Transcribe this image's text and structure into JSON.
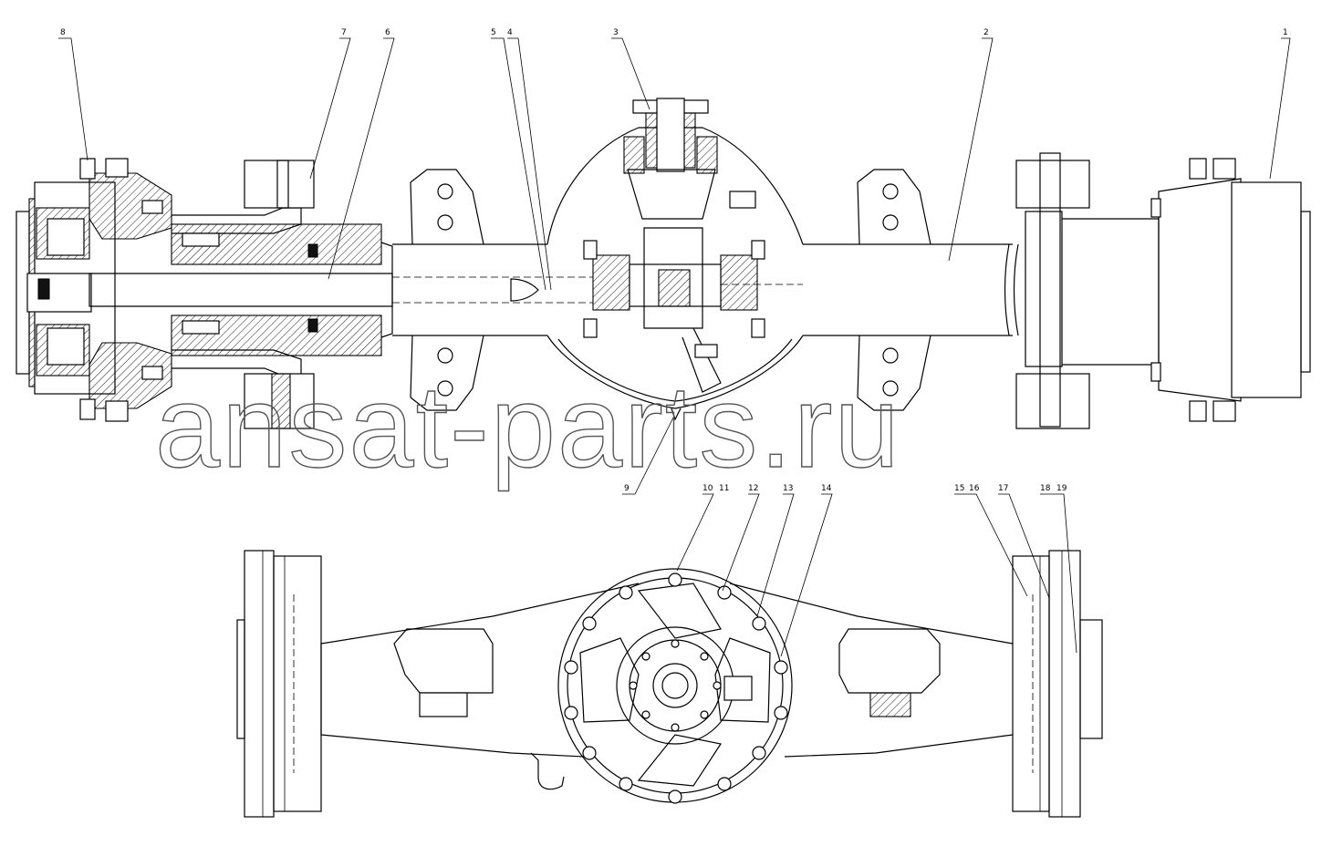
{
  "watermark": "ansat-parts.ru",
  "callouts": [
    {
      "label": "8"
    },
    {
      "label": "7"
    },
    {
      "label": "6"
    },
    {
      "label": "5"
    },
    {
      "label": "4"
    },
    {
      "label": "3"
    },
    {
      "label": "2"
    },
    {
      "label": "1"
    },
    {
      "label": "9"
    },
    {
      "label": "10"
    },
    {
      "label": "11"
    },
    {
      "label": "12"
    },
    {
      "label": "13"
    },
    {
      "label": "14"
    },
    {
      "label": "15"
    },
    {
      "label": "16"
    },
    {
      "label": "17"
    },
    {
      "label": "18"
    },
    {
      "label": "19"
    }
  ]
}
